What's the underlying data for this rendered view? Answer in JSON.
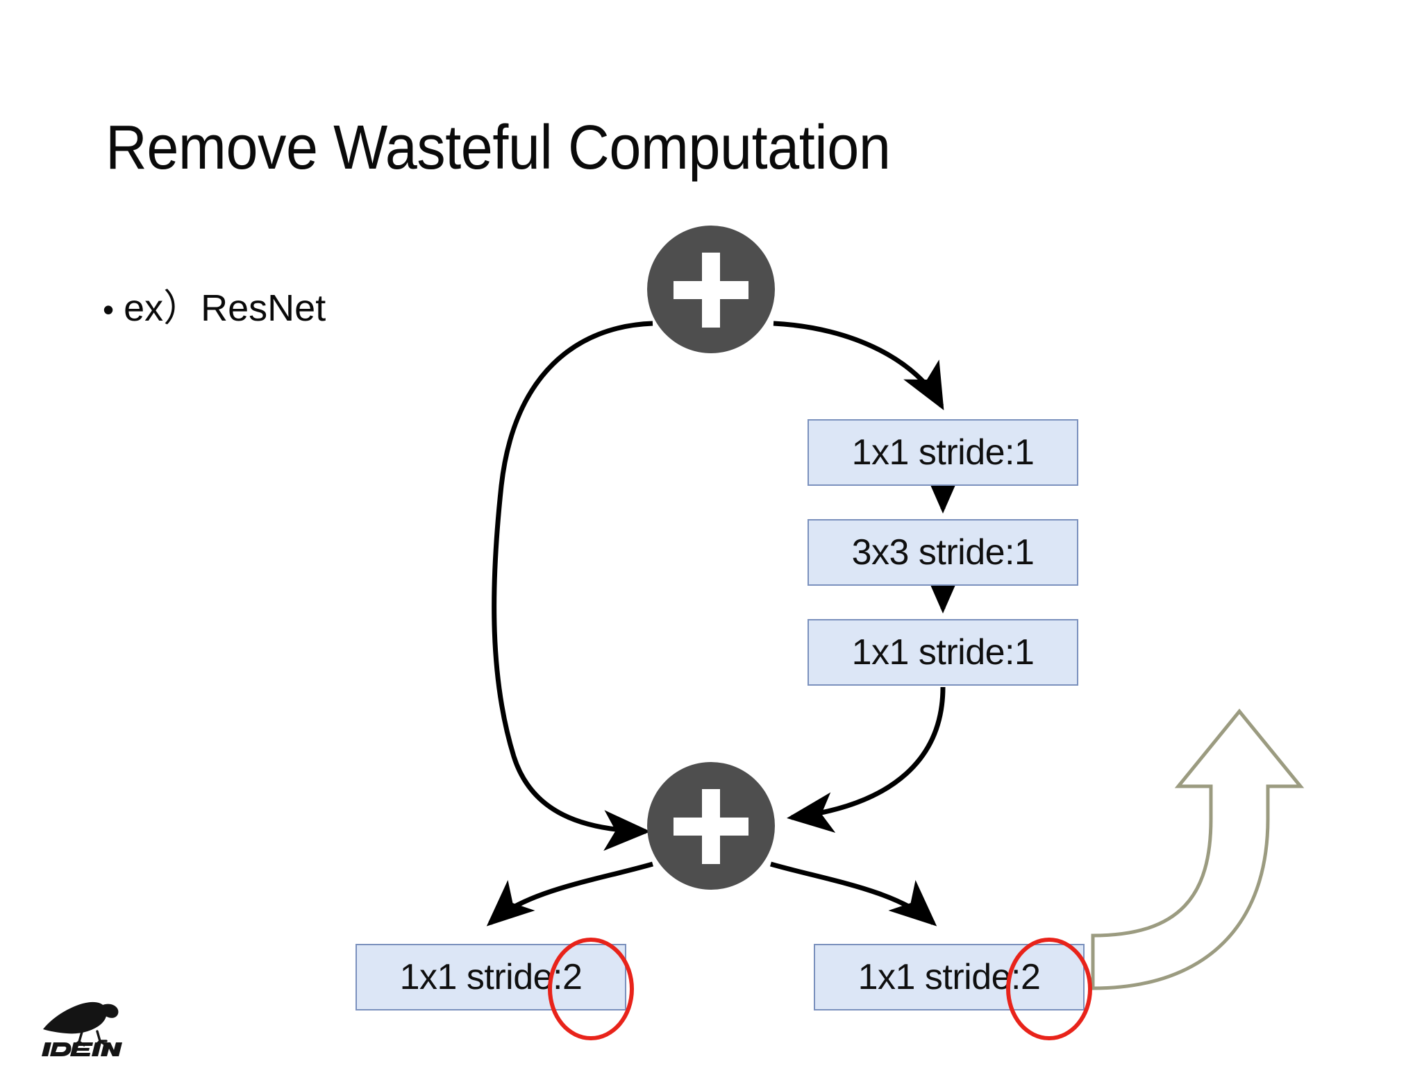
{
  "slide": {
    "title": "Remove Wasteful Computation",
    "bullets": [
      {
        "marker": "•",
        "text": "ex）ResNet"
      }
    ],
    "background_color": "#ffffff",
    "title_color": "#0a0a0a"
  },
  "diagram": {
    "type": "resnet-bottleneck-block-flow",
    "node_fill_color": "#4e4e4e",
    "node_glyph_color": "#ffffff",
    "box_fill_color": "#dce6f6",
    "box_border_color": "#7a90bd",
    "arrow_color": "#000000",
    "highlight_color": "#e8231a",
    "callout_color": "#9b9b80",
    "nodes": [
      {
        "id": "add-top",
        "label": "+",
        "icon": "plus-in-circle"
      },
      {
        "id": "add-bottom",
        "label": "+",
        "icon": "plus-in-circle"
      }
    ],
    "boxes": [
      {
        "id": "conv-1",
        "label": "1x1 stride:1",
        "highlighted": false
      },
      {
        "id": "conv-2",
        "label": "3x3 stride:1",
        "highlighted": false
      },
      {
        "id": "conv-3",
        "label": "1x1 stride:1",
        "highlighted": false
      },
      {
        "id": "conv-4",
        "label": "1x1 stride:2",
        "highlighted": true
      },
      {
        "id": "conv-5",
        "label": "1x1 stride:2",
        "highlighted": true
      }
    ],
    "highlights": [
      {
        "target": "conv-4",
        "focus": ":2",
        "shape": "ellipse",
        "color": "#e8231a"
      },
      {
        "target": "conv-5",
        "focus": ":2",
        "shape": "ellipse",
        "color": "#e8231a"
      }
    ],
    "callout_arrow": {
      "shape": "curved-outline-arrow",
      "direction": "up-right",
      "color": "#9b9b80"
    }
  },
  "logo": {
    "name": "idein-logo",
    "wordmark": "IDEIN",
    "icon": "crow-icon",
    "color": "#141414"
  }
}
